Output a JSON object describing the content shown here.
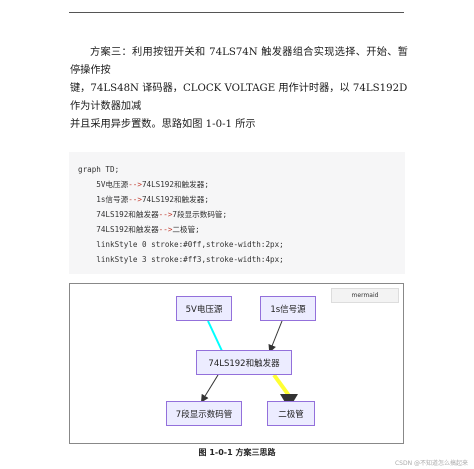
{
  "paragraph": {
    "line1": "方案三：利用按钮开关和 74LS74N 触发器组合实现选择、开始、暂停操作按",
    "line2": "键，74LS48N 译码器，CLOCK VOLTAGE 用作计时器，以 74LS192D 作为计数器加减",
    "line3": "并且采用异步置数。思路如图 1-0-1 所示"
  },
  "code": {
    "lines": [
      "graph TD;",
      "    5V电压源-->74LS192和触发器;",
      "    1s信号源-->74LS192和触发器;",
      "    74LS192和触发器-->7段显示数码管;",
      "    74LS192和触发器-->二极管;",
      "    linkStyle 0 stroke:#0ff,stroke-width:2px;",
      "    linkStyle 3 stroke:#ff3,stroke-width:4px;"
    ]
  },
  "diagram": {
    "tag": "mermaid",
    "nodes": {
      "v5": "5V电压源",
      "s1": "1s信号源",
      "center": "74LS192和触发器",
      "seg7": "7段显示数码管",
      "diode": "二极管"
    },
    "colors": {
      "link0": "#00ffff",
      "link3": "#ffff33",
      "node_fill": "#ECECFF",
      "node_border": "#9370DB"
    }
  },
  "caption": "图 1-0-1  方案三思路",
  "watermark": "CSDN @不知道怎么搞起来"
}
